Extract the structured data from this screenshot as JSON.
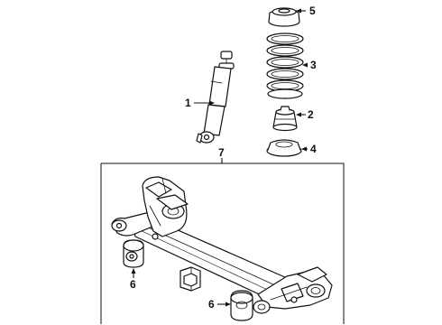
{
  "callouts": {
    "c1": "1",
    "c2": "2",
    "c3": "3",
    "c4": "4",
    "c5": "5",
    "c6a": "6",
    "c6b": "6",
    "c7": "7"
  },
  "colors": {
    "line": "#111111",
    "background": "#ffffff"
  }
}
